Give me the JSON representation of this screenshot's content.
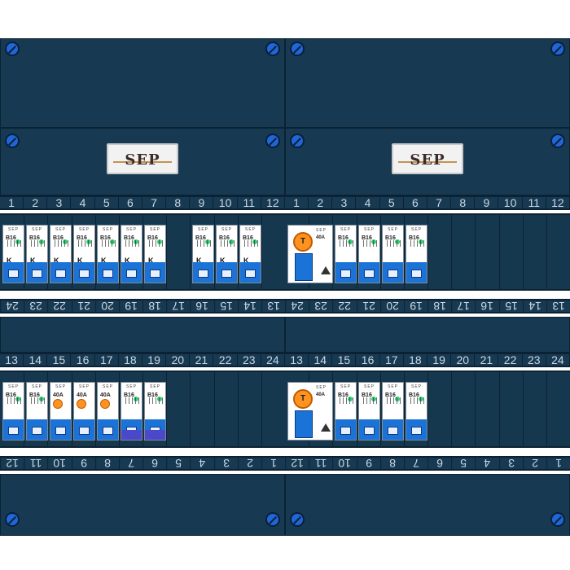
{
  "labels": {
    "logo_left": "SEP",
    "logo_right": "SEP",
    "numbers_top_left": [
      "1",
      "2",
      "3",
      "4",
      "5",
      "6",
      "7",
      "8",
      "9",
      "10",
      "11",
      "12"
    ],
    "numbers_top_right": [
      "1",
      "2",
      "3",
      "4",
      "5",
      "6",
      "7",
      "8",
      "9",
      "10",
      "11",
      "12"
    ],
    "numbers_mid_left": [
      "24",
      "23",
      "22",
      "21",
      "20",
      "19",
      "18",
      "17",
      "16",
      "15",
      "14",
      "13"
    ],
    "numbers_mid_right": [
      "24",
      "23",
      "22",
      "21",
      "20",
      "19",
      "18",
      "17",
      "16",
      "15",
      "14",
      "13"
    ],
    "numbers_low_left": [
      "13",
      "14",
      "15",
      "16",
      "17",
      "18",
      "19",
      "20",
      "21",
      "22",
      "23",
      "24"
    ],
    "numbers_low_right": [
      "13",
      "14",
      "15",
      "16",
      "17",
      "18",
      "19",
      "20",
      "21",
      "22",
      "23",
      "24"
    ],
    "numbers_bot_left": [
      "12",
      "11",
      "10",
      "9",
      "8",
      "7",
      "6",
      "5",
      "4",
      "3",
      "2",
      "1"
    ],
    "numbers_bot_right": [
      "12",
      "11",
      "10",
      "9",
      "8",
      "7",
      "6",
      "5",
      "4",
      "3",
      "2",
      "1"
    ]
  },
  "devices": {
    "top_left": [
      {
        "type": "mcb",
        "brand": "SEP",
        "rating": "B16",
        "k": "K"
      },
      {
        "type": "mcb",
        "brand": "SEP",
        "rating": "B16",
        "k": "K"
      },
      {
        "type": "mcb",
        "brand": "SEP",
        "rating": "B16",
        "k": "K"
      },
      {
        "type": "mcb",
        "brand": "SEP",
        "rating": "B16",
        "k": "K"
      },
      {
        "type": "mcb",
        "brand": "SEP",
        "rating": "B16",
        "k": "K"
      },
      {
        "type": "mcb",
        "brand": "SEP",
        "rating": "B16",
        "k": "K"
      },
      {
        "type": "mcb",
        "brand": "SEP",
        "rating": "B16",
        "k": "K"
      },
      {
        "type": "mcb",
        "brand": "SEP",
        "rating": "B16",
        "k": "K"
      },
      {
        "type": "mcb",
        "brand": "SEP",
        "rating": "B16",
        "k": "K"
      },
      {
        "type": "mcb",
        "brand": "SEP",
        "rating": "B16",
        "k": "K"
      }
    ],
    "top_right": [
      {
        "type": "rcd",
        "brand": "SEP",
        "rating": "40A",
        "test": "T"
      },
      {
        "type": "mcb",
        "brand": "SEP",
        "rating": "B16",
        "k": ""
      },
      {
        "type": "mcb",
        "brand": "SEP",
        "rating": "B16",
        "k": ""
      },
      {
        "type": "mcb",
        "brand": "SEP",
        "rating": "B16",
        "k": ""
      },
      {
        "type": "mcb",
        "brand": "SEP",
        "rating": "B16",
        "k": ""
      }
    ],
    "bottom_left": [
      {
        "type": "mcb",
        "brand": "SEP",
        "rating": "B16",
        "k": ""
      },
      {
        "type": "mcb",
        "brand": "SEP",
        "rating": "B16",
        "k": ""
      },
      {
        "type": "rcbo",
        "brand": "SEP",
        "rating": "40A",
        "k": ""
      },
      {
        "type": "rcbo",
        "brand": "SEP",
        "rating": "40A",
        "k": ""
      },
      {
        "type": "rcbo",
        "brand": "SEP",
        "rating": "40A",
        "k": ""
      },
      {
        "type": "mcb",
        "brand": "SEP",
        "rating": "B16",
        "k": ""
      },
      {
        "type": "mcb",
        "brand": "SEP",
        "rating": "B16",
        "k": ""
      }
    ],
    "bottom_right": [
      {
        "type": "rcd",
        "brand": "SEP",
        "rating": "40A",
        "test": "T"
      },
      {
        "type": "mcb",
        "brand": "SEP",
        "rating": "B16",
        "k": ""
      },
      {
        "type": "mcb",
        "brand": "SEP",
        "rating": "B16",
        "k": ""
      },
      {
        "type": "mcb",
        "brand": "SEP",
        "rating": "B16",
        "k": ""
      },
      {
        "type": "mcb",
        "brand": "SEP",
        "rating": "B16",
        "k": ""
      }
    ]
  },
  "colors": {
    "panel": "#173a52",
    "accent_blue": "#1b73d8",
    "test_orange": "#ff9320"
  }
}
